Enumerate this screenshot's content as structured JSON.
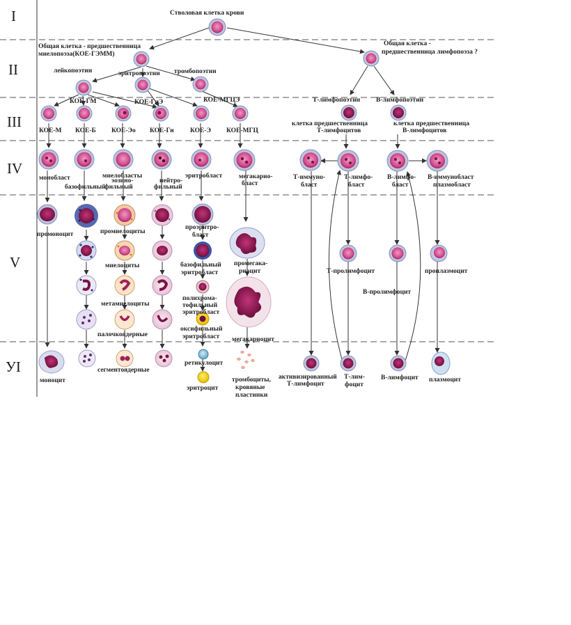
{
  "stages": [
    "I",
    "II",
    "III",
    "IV",
    "V",
    "УI"
  ],
  "texts": {
    "stem": "Стволовая клетка крови",
    "myelo1": "Общая клетка -  предшественница",
    "myelo2": "миелопоэза(КОЕ-ГЭММ)",
    "lympho1": "Общая клетка -",
    "lympho2": "предшественница лимфопоэза ?",
    "leuko": "лейкопоэтин",
    "erythro_p": "эритропоэтин",
    "thrombo_p": "тромбопоэтин",
    "koe_gm": "КОЕ-ГМ",
    "koe_gie": "КОЕ-ГиЭ",
    "koe_mgce": "КОЕ-МГЦЭ",
    "t_lp": "Т-лимфопоэтин",
    "b_lp": "В-лимфопоэтин",
    "koe_m": "КОЕ-М",
    "koe_b": "КОЕ-Б",
    "koe_eo": "КОЕ-Эо",
    "koe_gn": "КОЕ-Гн",
    "koe_e": "КОЕ-Э",
    "koe_mgc": "КОЕ-МГЦ",
    "t_prec1": "клетка предшественница",
    "t_prec2": "Т-лимфоцитов",
    "b_prec1": "клетка предшественница",
    "b_prec2": "В-лимфоцитов",
    "monoblast": "монобласт",
    "basophil": "базофильный",
    "myeloblasts": "миелобласты",
    "eosino1": "эозино-",
    "eosino2": "фильный",
    "neutro1": "нейтро-",
    "neutro2": "фильный",
    "erythroblast": "эритробласт",
    "megakaryo1": "мегакарио-",
    "megakaryo2": "бласт",
    "t_immuno1": "Т-иммуно-",
    "t_immuno2": "бласт",
    "t_lymphob1": "Т-лимфо-",
    "t_lymphob2": "бласт",
    "b_lymphob1": "В-лимфо-",
    "b_lymphob2": "бласт",
    "b_immuno": "В-иммунобласт",
    "plasmoblast": "плазмобласт",
    "promonocyte": "промоноцит",
    "promyelocytes": "промиелоциты",
    "proerythro1": "проэритро-",
    "proerythro2": "бласт",
    "myelocytes": "миелоциты",
    "baso_ery1": "базофильный",
    "baso_ery2": "эритробласт",
    "promegak1": "промегака-",
    "promegak2": "риоцит",
    "metamyelocytes": "метамиелоциты",
    "poly1": "полихрома-",
    "poly2": "тофильный",
    "poly3": "эритробласт",
    "t_prolymph": "Т-пролимфоцит",
    "b_prolymph": "В-пролимфоцит",
    "proplasmo": "проплазмоцит",
    "band": "палочкоядерные",
    "oxy1": "оксифильный",
    "oxy2": "эритробласт",
    "megakaryocyte": "мегакариоцит",
    "monocyte": "моноцит",
    "segmented": "сегментоядерные",
    "reticulocyte": "ретикулоцит",
    "erythrocyte": "эритроцит",
    "thrombo1": "тромбоциты,",
    "thrombo2": "кровяные",
    "thrombo3": "пластинки",
    "act1": "активизированный",
    "act2": "Т-лимфоцит",
    "t_lymph1": "Т-лим-",
    "t_lymph2": "фоцит",
    "b_lymphocyte": "В-лимфоцит",
    "plasmocyte": "плазмоцит"
  },
  "colors": {
    "nucleus": "#b0155e",
    "cytoplasm": "#c8cce0",
    "erythrocyte": "#f2d21a",
    "reticulocyte": "#8fc3d8"
  }
}
